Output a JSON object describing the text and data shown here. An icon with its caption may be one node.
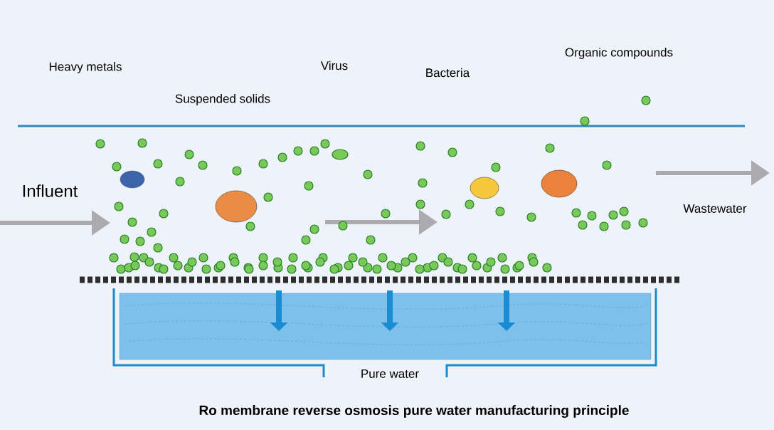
{
  "diagram": {
    "caption": "Ro membrane reverse osmosis pure water manufacturing principle",
    "labels": [
      "Heavy metals",
      "Virus",
      "Bacteria",
      "Organic compounds",
      "Suspended solids",
      "Influent",
      "Wastewater",
      "Pure water"
    ]
  }
}
